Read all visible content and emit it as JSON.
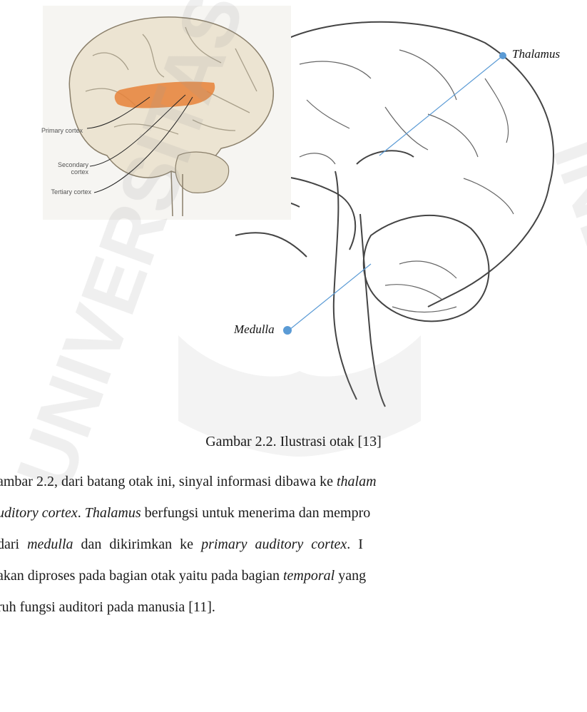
{
  "figure": {
    "labels": {
      "thalamus": "Thalamus",
      "medulla": "Medulla",
      "primary_cortex": "Primary cortex",
      "secondary_cortex": "Secondary cortex",
      "tertiary_cortex": "Tertiary cortex"
    },
    "caption": "Gambar 2.2. Ilustrasi otak [13]",
    "colors": {
      "pointer": "#5b9bd5",
      "cortex_highlight": "#e8833a",
      "watermark": "#9a9a9a"
    }
  },
  "paragraph": {
    "line1": {
      "a": "ambar 2.2, dari batang otak ini, sinyal informasi dibawa ke ",
      "b_italic": "thalam"
    },
    "line2": {
      "a_italic": "uditory cortex",
      "b": ". ",
      "c_italic": "Thalamus",
      "d": " berfungsi untuk menerima dan mempro"
    },
    "line3": {
      "a": " dari ",
      "b_italic": "medulla",
      "c": " dan dikirimkan ke ",
      "d_italic": "primary auditory cortex",
      "e": ". I"
    },
    "line4": {
      "a": "akan diproses pada bagian otak yaitu pada bagian ",
      "b_italic": "temporal",
      "c": " yang"
    },
    "line5": {
      "a": "ruh fungsi auditori pada manusia [11]."
    }
  }
}
